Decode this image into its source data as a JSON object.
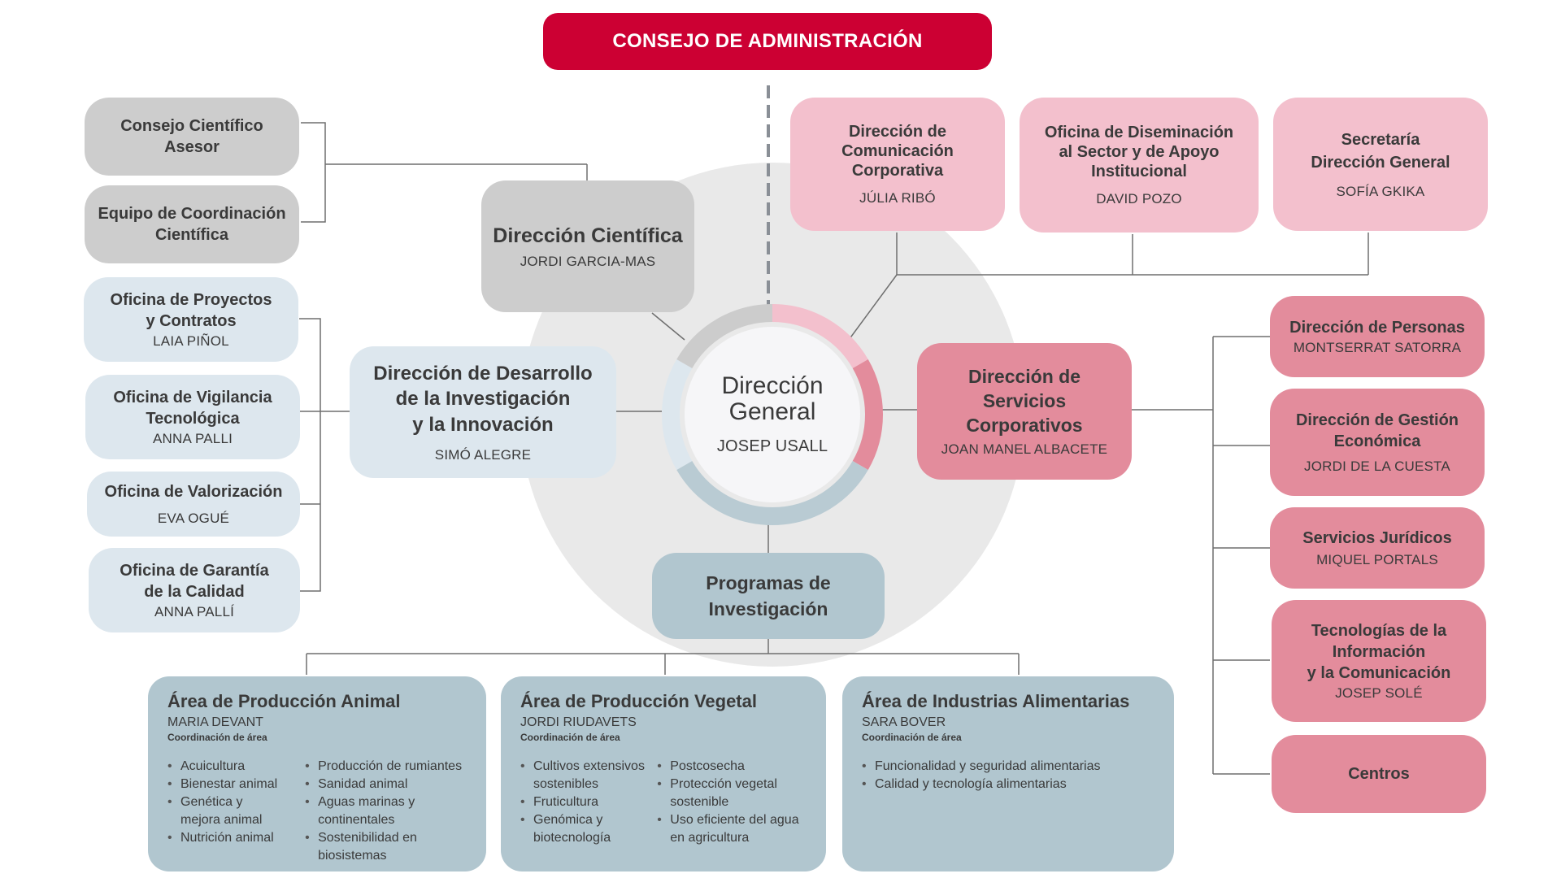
{
  "consejo": "CONSEJO DE ADMINISTRACIÓN",
  "direccion_general": {
    "title": "Dirección\nGeneral",
    "name": "JOSEP USALL"
  },
  "left_gray": [
    {
      "title": "Consejo Científico Asesor"
    },
    {
      "title": "Equipo de Coordinación\nCientífica"
    }
  ],
  "direccion_cientifica": {
    "title": "Dirección Científica",
    "name": "JORDI GARCIA-MAS"
  },
  "left_offices": [
    {
      "title": "Oficina de Proyectos\ny Contratos",
      "name": "LAIA PIÑOL"
    },
    {
      "title": "Oficina de Vigilancia\nTecnológica",
      "name": "ANNA PALLI"
    },
    {
      "title": "Oficina de Valorización",
      "name": "EVA OGUÉ"
    },
    {
      "title": "Oficina de Garantía\nde la Calidad",
      "name": "ANNA PALLÍ"
    }
  ],
  "direccion_desarrollo": {
    "title": "Dirección de Desarrollo\nde la Investigación\ny la Innovación",
    "name": "SIMÓ ALEGRE"
  },
  "top_pink": [
    {
      "title": "Dirección de\nComunicación\nCorporativa",
      "name": "JÚLIA RIBÓ"
    },
    {
      "title": "Oficina de Diseminación\nal Sector y de Apoyo\nInstitucional",
      "name": "DAVID POZO"
    },
    {
      "title": "Secretaría\nDirección General",
      "name": "SOFÍA GKIKA"
    }
  ],
  "servicios_corporativos": {
    "title": "Dirección de Servicios\nCorporativos",
    "name": "JOAN MANEL ALBACETE"
  },
  "right_pink": [
    {
      "title": "Dirección de Personas",
      "name": "MONTSERRAT SATORRA"
    },
    {
      "title": "Dirección de Gestión\nEconómica",
      "name": "JORDI DE LA CUESTA"
    },
    {
      "title": "Servicios Jurídicos",
      "name": "MIQUEL PORTALS"
    },
    {
      "title": "Tecnologías de la\nInformación\ny la Comunicación",
      "name": "JOSEP SOLÉ"
    },
    {
      "title": "Centros"
    }
  ],
  "programas": {
    "title": "Programas de\nInvestigación"
  },
  "areas": [
    {
      "title": "Área de Producción Animal",
      "name": "MARIA DEVANT",
      "coord": "Coordinación de área",
      "col1": [
        "Acuicultura",
        "Bienestar animal",
        "Genética y\nmejora animal",
        "Nutrición animal"
      ],
      "col2": [
        "Producción de rumiantes",
        "Sanidad animal",
        "Aguas marinas y\ncontinentales",
        "Sostenibilidad en\nbiosistemas"
      ]
    },
    {
      "title": "Área de Producción Vegetal",
      "name": "JORDI RIUDAVETS",
      "coord": "Coordinación de área",
      "col1": [
        "Cultivos extensivos\nsostenibles",
        "Fruticultura",
        "Genómica y\nbiotecnología"
      ],
      "col2": [
        "Postcosecha",
        "Protección vegetal\nsostenible",
        "Uso eficiente del agua\nen agricultura"
      ]
    },
    {
      "title": "Área de Industrias Alimentarias",
      "name": "SARA BOVER",
      "coord": "Coordinación de área",
      "col1": [
        "Funcionalidad y seguridad alimentarias",
        "Calidad y tecnología alimentarias"
      ],
      "col2": []
    }
  ],
  "colors": {
    "consejo": "#cc0033",
    "gray_box": "#cdcdcd",
    "light_blue_box": "#dde7ee",
    "light_pink_box": "#f3c0cd",
    "pink_box": "#e38c9c",
    "steel_blue_box": "#b1c6cf",
    "background_circle": "#e9e9e9"
  }
}
